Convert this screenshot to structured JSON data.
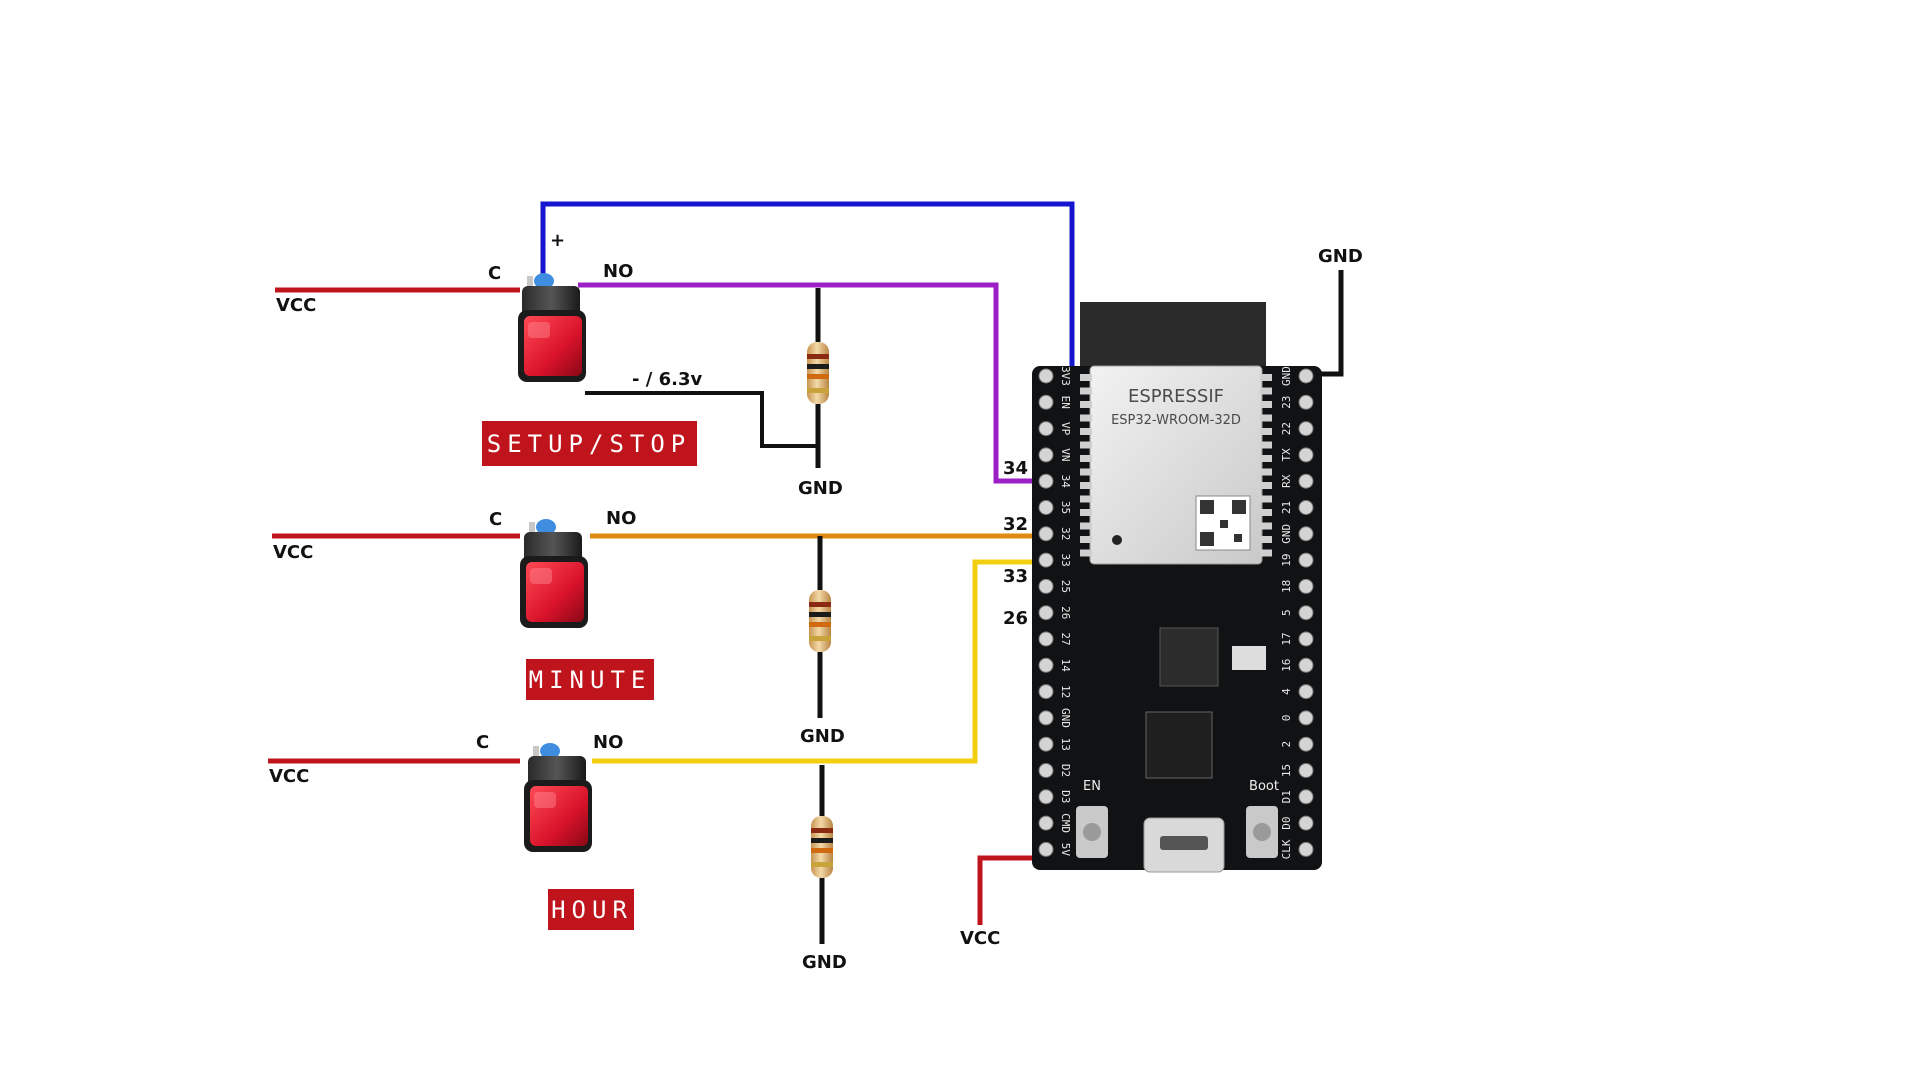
{
  "labels": {
    "vcc_1": "VCC",
    "vcc_2": "VCC",
    "vcc_3": "VCC",
    "vcc_board": "VCC",
    "c_1": "C",
    "c_2": "C",
    "c_3": "C",
    "no_1": "NO",
    "no_2": "NO",
    "no_3": "NO",
    "plus": "+",
    "led_minus": "- / 6.3v",
    "gnd_1": "GND",
    "gnd_2": "GND",
    "gnd_3": "GND",
    "gnd_board": "GND",
    "pin_34": "34",
    "pin_32": "32",
    "pin_33": "33",
    "pin_26": "26"
  },
  "buttons": {
    "setup": "SETUP/STOP",
    "minute": "MINUTE",
    "hour": "HOUR"
  },
  "board": {
    "brand": "ESPRESSIF",
    "module": "ESP32-WROOM-32D",
    "en": "EN",
    "boot": "Boot",
    "left_pins": [
      "3V3",
      "EN",
      "VP",
      "VN",
      "34",
      "35",
      "32",
      "33",
      "25",
      "26",
      "27",
      "14",
      "12",
      "GND",
      "13",
      "D2",
      "D3",
      "CMD",
      "5V"
    ],
    "right_pins": [
      "GND",
      "23",
      "22",
      "TX",
      "RX",
      "21",
      "GND",
      "19",
      "18",
      "5",
      "17",
      "16",
      "4",
      "0",
      "2",
      "15",
      "D1",
      "D0",
      "CLK"
    ]
  },
  "colors": {
    "vcc_wire": "#c0141c",
    "gnd_wire": "#111111",
    "led_wire": "#1515d0",
    "setup_wire": "#9b1fc4",
    "minute_wire": "#e08a12",
    "hour_wire": "#f2d00f",
    "label_bg": "#c0141c"
  }
}
